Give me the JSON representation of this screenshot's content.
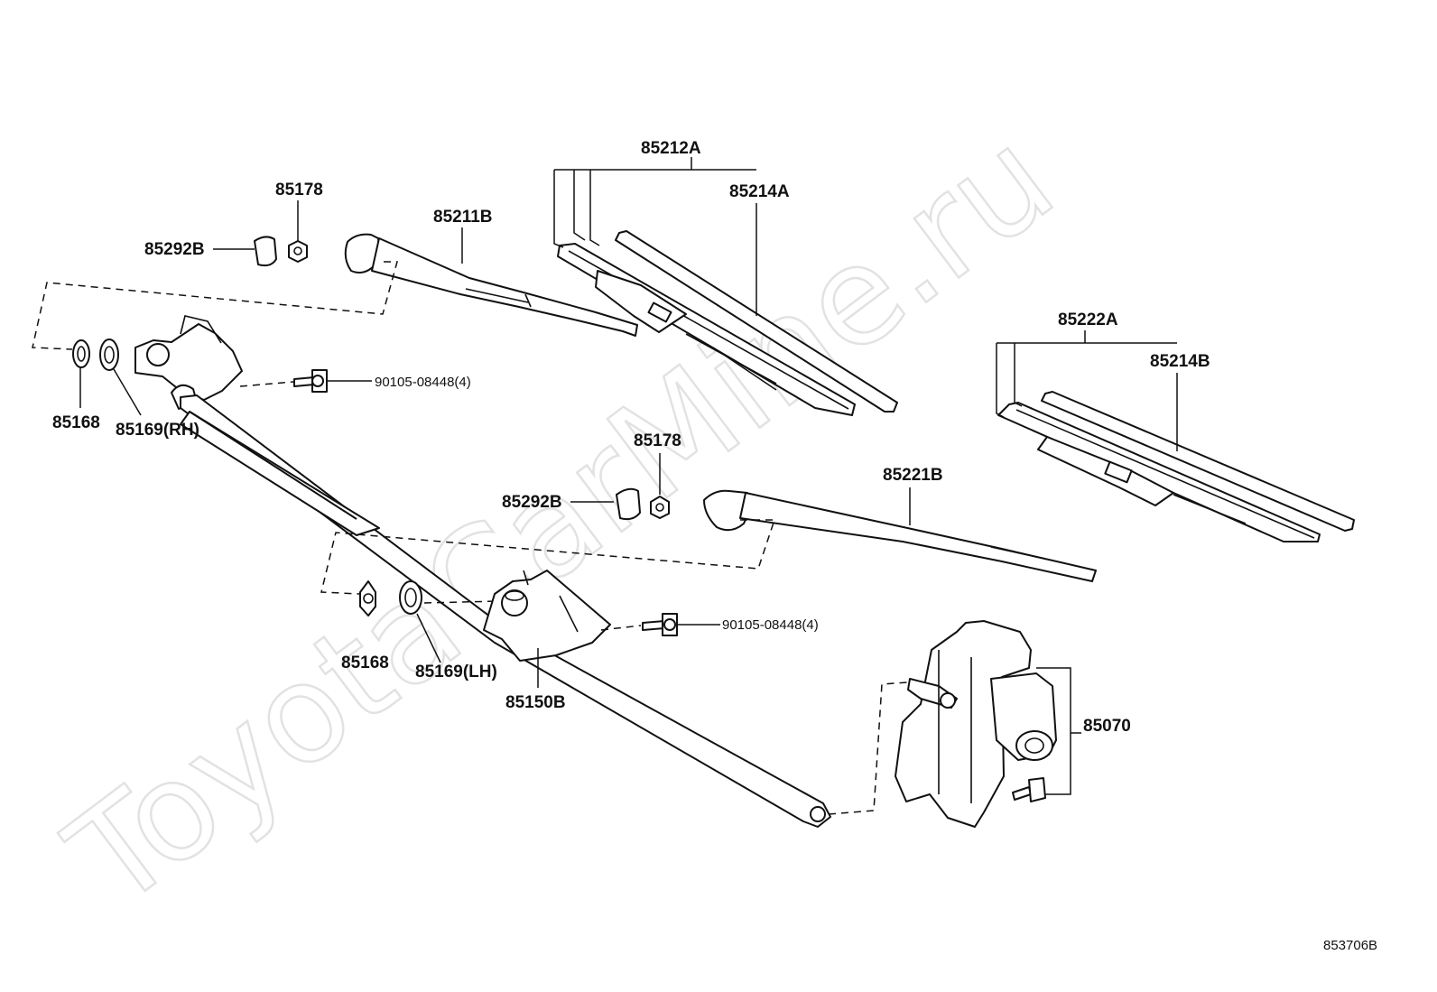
{
  "watermark": "ToyotaCarMine.ru",
  "diagram_code": "853706B",
  "labels": {
    "p85212A": "85212A",
    "p85214A": "85214A",
    "p85211B": "85211B",
    "p85178_top": "85178",
    "p85292B_top": "85292B",
    "p85168_rh": "85168",
    "p85169_rh": "85169(RH)",
    "p90105_rh": "90105-08448(4)",
    "p85222A": "85222A",
    "p85214B": "85214B",
    "p85178_mid": "85178",
    "p85292B_mid": "85292B",
    "p85221B": "85221B",
    "p85168_lh": "85168",
    "p85169_lh": "85169(LH)",
    "p90105_lh": "90105-08448(4)",
    "p85150B": "85150B",
    "p85070": "85070"
  }
}
